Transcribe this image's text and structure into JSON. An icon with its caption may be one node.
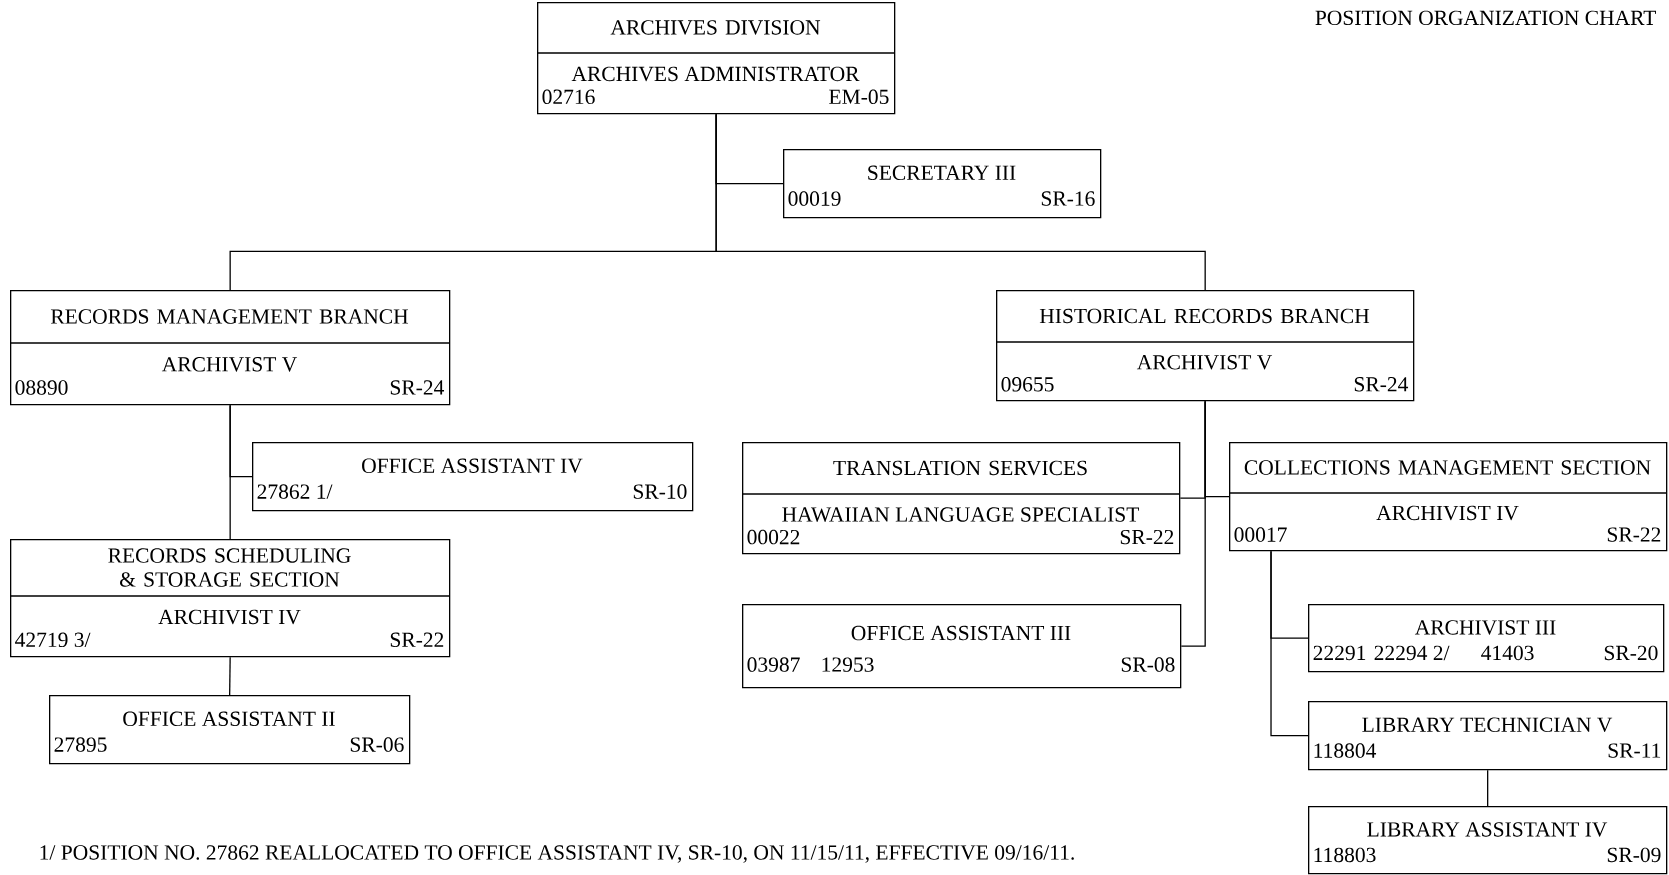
{
  "diagram": {
    "title": "POSITION ORGANIZATION CHART",
    "nodes": [
      {
        "text": [
          "ARCHIVES DIVISION",
          "ARCHIVES ADMINISTRATOR",
          "02716",
          "EM-05"
        ]
      },
      {
        "text": [
          "SECRETARY III",
          "00019",
          "SR-16"
        ]
      },
      {
        "text": [
          "RECORDS MANAGEMENT BRANCH",
          "ARCHIVIST V",
          "08890",
          "SR-24"
        ]
      },
      {
        "text": [
          "HISTORICAL RECORDS BRANCH",
          "ARCHIVIST V",
          "09655",
          "SR-24"
        ]
      },
      {
        "text": [
          "OFFICE ASSISTANT IV",
          "27862 1/",
          "SR-10"
        ]
      },
      {
        "text": [
          "RECORDS SCHEDULING & STORAGE SECTION",
          "ARCHIVIST IV",
          "42719 3/",
          "SR-22"
        ]
      },
      {
        "text": [
          "OFFICE ASSISTANT II",
          "27895",
          "SR-06"
        ]
      },
      {
        "text": [
          "TRANSLATION SERVICES",
          "HAWAIIAN LANGUAGE SPECIALIST",
          "00022",
          "SR-22"
        ]
      },
      {
        "text": [
          "OFFICE ASSISTANT III",
          "03987",
          "12953",
          "SR-08"
        ]
      },
      {
        "text": [
          "COLLECTIONS MANAGEMENT SECTION",
          "ARCHIVIST IV",
          "00017",
          "SR-22"
        ]
      },
      {
        "text": [
          "ARCHIVIST III",
          "22291",
          "22294 2/",
          "41403",
          "SR-20"
        ]
      },
      {
        "text": [
          "LIBRARY TECHNICIAN V",
          "118804",
          "SR-11"
        ]
      },
      {
        "text": [
          "LIBRARY ASSISTANT IV",
          "118803",
          "SR-09"
        ]
      }
    ],
    "edges": [
      {
        "from": 0,
        "to": 1,
        "arrow": "none"
      },
      {
        "from": 0,
        "to": 2,
        "arrow": "none"
      },
      {
        "from": 0,
        "to": 3,
        "arrow": "none"
      },
      {
        "from": 2,
        "to": 4,
        "arrow": "none"
      },
      {
        "from": 2,
        "to": 5,
        "arrow": "none"
      },
      {
        "from": 5,
        "to": 6,
        "arrow": "none"
      },
      {
        "from": 3,
        "to": 7,
        "arrow": "none"
      },
      {
        "from": 3,
        "to": 9,
        "arrow": "none"
      },
      {
        "from": 3,
        "to": 8,
        "arrow": "none"
      },
      {
        "from": 9,
        "to": 10,
        "arrow": "none"
      },
      {
        "from": 9,
        "to": 11,
        "arrow": "none"
      },
      {
        "from": 11,
        "to": 12,
        "arrow": "none"
      }
    ],
    "labels": [
      "1/ POSITION NO. 27862 REALLOCATED TO OFFICE ASSISTANT IV, SR-10, ON 11/15/11, EFFECTIVE 09/16/11."
    ]
  }
}
